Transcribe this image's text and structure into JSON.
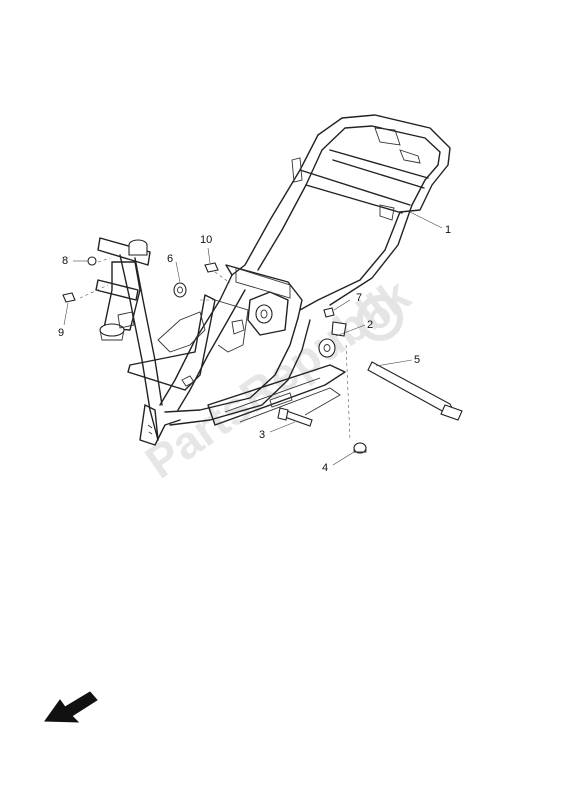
{
  "watermark": "PartsRepublik",
  "callouts": [
    {
      "label": "1"
    },
    {
      "label": "2"
    },
    {
      "label": "3"
    },
    {
      "label": "4"
    },
    {
      "label": "5"
    },
    {
      "label": "6"
    },
    {
      "label": "7"
    },
    {
      "label": "8"
    },
    {
      "label": "9"
    },
    {
      "label": "10"
    }
  ],
  "icons": {
    "direction": "front-arrow-icon"
  }
}
